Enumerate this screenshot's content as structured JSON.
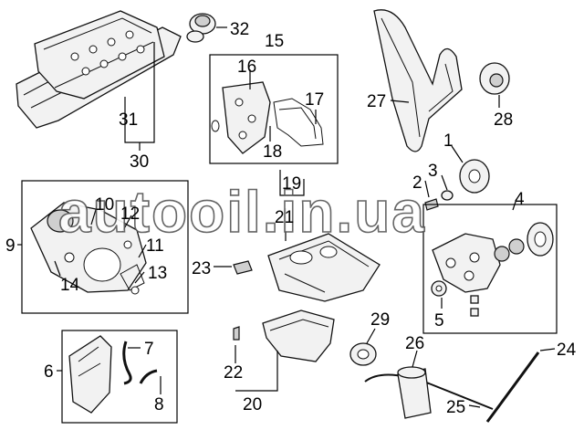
{
  "diagram": {
    "callouts": [
      "1",
      "2",
      "3",
      "4",
      "5",
      "6",
      "7",
      "8",
      "9",
      "10",
      "11",
      "12",
      "13",
      "14",
      "15",
      "16",
      "17",
      "18",
      "19",
      "20",
      "21",
      "22",
      "23",
      "24",
      "25",
      "26",
      "27",
      "28",
      "29",
      "30",
      "31",
      "32"
    ]
  },
  "watermark": {
    "text": "autooil.in.ua"
  }
}
